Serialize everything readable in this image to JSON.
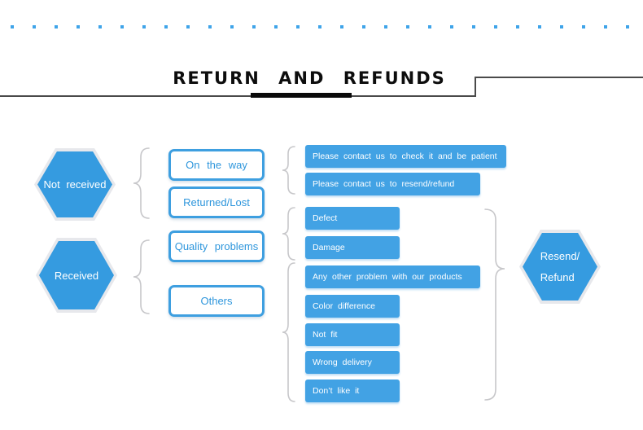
{
  "header": {
    "title": "RETURN AND REFUNDS"
  },
  "flow": {
    "statuses": [
      {
        "label": "Not received"
      },
      {
        "label": "Received"
      }
    ],
    "cases": [
      {
        "label": "On the way"
      },
      {
        "label": "Returned/Lost"
      },
      {
        "label": "Quality problems"
      },
      {
        "label": "Others"
      }
    ],
    "actions": [
      {
        "label": "Please contact us to check it and be patient"
      },
      {
        "label": "Please contact us to resend/refund"
      },
      {
        "label": "Defect"
      },
      {
        "label": "Damage"
      },
      {
        "label": "Any other problem with our products"
      },
      {
        "label": "Color difference"
      },
      {
        "label": "Not fit"
      },
      {
        "label": "Wrong delivery"
      },
      {
        "label": "Don’t like it"
      }
    ],
    "result": {
      "line1": "Resend/",
      "line2": "Refund"
    }
  },
  "colors": {
    "dot_blue": "#3FA4E9",
    "bar_blue": "#42A2E4",
    "hex_blue": "#359BE0",
    "box_border_blue": "#3E9FE0",
    "box_text_blue": "#2E96DC",
    "brace_gray": "#C7C7CA",
    "rule_dark": "#4A4A4A",
    "underline_black": "#0A0A0A"
  }
}
